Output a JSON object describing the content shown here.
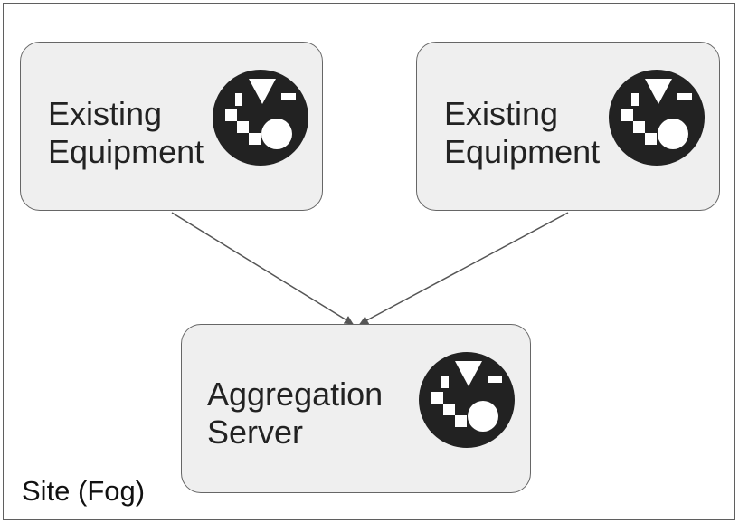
{
  "diagram": {
    "container_label": "Site (Fog)",
    "nodes": [
      {
        "id": "equipment-1",
        "label": "Existing\nEquipment",
        "icon": "component-mix-icon"
      },
      {
        "id": "equipment-2",
        "label": "Existing\nEquipment",
        "icon": "component-mix-icon"
      },
      {
        "id": "aggregation-server",
        "label": "Aggregation\nServer",
        "icon": "component-mix-icon"
      }
    ],
    "edges": [
      {
        "from": "equipment-1",
        "to": "aggregation-server"
      },
      {
        "from": "equipment-2",
        "to": "aggregation-server"
      }
    ],
    "colors": {
      "node_fill": "#efefef",
      "node_border": "#666666",
      "icon": "#222222",
      "edge": "#555555"
    }
  }
}
